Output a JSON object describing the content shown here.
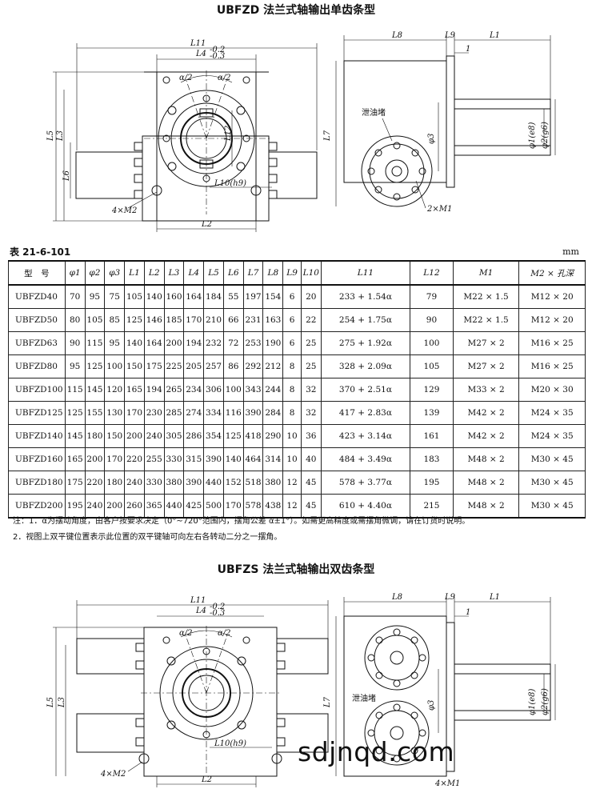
{
  "titles": {
    "single": "UBFZD 法兰式轴输出单齿条型",
    "double": "UBFZS 法兰式轴输出双齿条型"
  },
  "drawing_labels": {
    "L11": "L11",
    "L4": "L4",
    "L4_tol_upper": "-0.2",
    "L4_tol_lower": "-0.3",
    "alpha_half": "α/2",
    "L5": "L5",
    "L3": "L3",
    "L6": "L6",
    "L12": "L12",
    "L10": "L10(h9)",
    "M2": "4×M2",
    "L2": "L2",
    "L8": "L8",
    "L9": "L9",
    "L1": "L1",
    "one": "1",
    "L7": "L7",
    "drain": "泄油堵",
    "phi3": "φ3",
    "phi1": "φ1(e8)",
    "phi2": "φ2(g6)",
    "M1": "2×M1",
    "M1b": "4×M1"
  },
  "table": {
    "caption": "表 21-6-101",
    "unit": "mm",
    "headers": [
      "型　号",
      "φ1",
      "φ2",
      "φ3",
      "L1",
      "L2",
      "L3",
      "L4",
      "L5",
      "L6",
      "L7",
      "L8",
      "L9",
      "L10",
      "L11",
      "L12",
      "M1",
      "M2 × 孔深"
    ],
    "rows": [
      [
        "UBFZD40",
        "70",
        "95",
        "75",
        "105",
        "140",
        "160",
        "164",
        "184",
        "55",
        "197",
        "154",
        "6",
        "20",
        "233 + 1.54α",
        "79",
        "M22 × 1.5",
        "M12 × 20"
      ],
      [
        "UBFZD50",
        "80",
        "105",
        "85",
        "125",
        "146",
        "185",
        "170",
        "210",
        "66",
        "231",
        "163",
        "6",
        "22",
        "254 + 1.75α",
        "90",
        "M22 × 1.5",
        "M12 × 20"
      ],
      [
        "UBFZD63",
        "90",
        "115",
        "95",
        "140",
        "164",
        "200",
        "194",
        "232",
        "72",
        "253",
        "190",
        "6",
        "25",
        "275 + 1.92α",
        "100",
        "M27 × 2",
        "M16 × 25"
      ],
      [
        "UBFZD80",
        "95",
        "125",
        "100",
        "150",
        "175",
        "225",
        "205",
        "257",
        "86",
        "292",
        "212",
        "8",
        "25",
        "328 + 2.09α",
        "105",
        "M27 × 2",
        "M16 × 25"
      ],
      [
        "UBFZD100",
        "115",
        "145",
        "120",
        "165",
        "194",
        "265",
        "234",
        "306",
        "100",
        "343",
        "244",
        "8",
        "32",
        "370 + 2.51α",
        "129",
        "M33 × 2",
        "M20 × 30"
      ],
      [
        "UBFZD125",
        "125",
        "155",
        "130",
        "170",
        "230",
        "285",
        "274",
        "334",
        "116",
        "390",
        "284",
        "8",
        "32",
        "417 + 2.83α",
        "139",
        "M42 × 2",
        "M24 × 35"
      ],
      [
        "UBFZD140",
        "145",
        "180",
        "150",
        "200",
        "240",
        "305",
        "286",
        "354",
        "125",
        "418",
        "290",
        "10",
        "36",
        "423 + 3.14α",
        "161",
        "M42 × 2",
        "M24 × 35"
      ],
      [
        "UBFZD160",
        "165",
        "200",
        "170",
        "220",
        "255",
        "330",
        "315",
        "390",
        "140",
        "464",
        "314",
        "10",
        "40",
        "484 + 3.49α",
        "183",
        "M48 × 2",
        "M30 × 45"
      ],
      [
        "UBFZD180",
        "175",
        "220",
        "180",
        "240",
        "330",
        "380",
        "390",
        "440",
        "152",
        "518",
        "380",
        "12",
        "45",
        "578 + 3.77α",
        "195",
        "M48 × 2",
        "M30 × 45"
      ],
      [
        "UBFZD200",
        "195",
        "240",
        "200",
        "260",
        "365",
        "440",
        "425",
        "500",
        "170",
        "578",
        "438",
        "12",
        "45",
        "610 + 4.40α",
        "215",
        "M48 × 2",
        "M30 × 45"
      ]
    ]
  },
  "notes": {
    "n1": "注：1．α为摆动角度，由客户按要求决定（0°~720°范围内，摆角公差 α±1°）。如需更高精度或需摆角微调，请在订货时说明。",
    "n2": "2．视图上双平键位置表示此位置的双平键轴可向左右各转动二分之一摆角。"
  },
  "watermark": "sdjnqd.com"
}
